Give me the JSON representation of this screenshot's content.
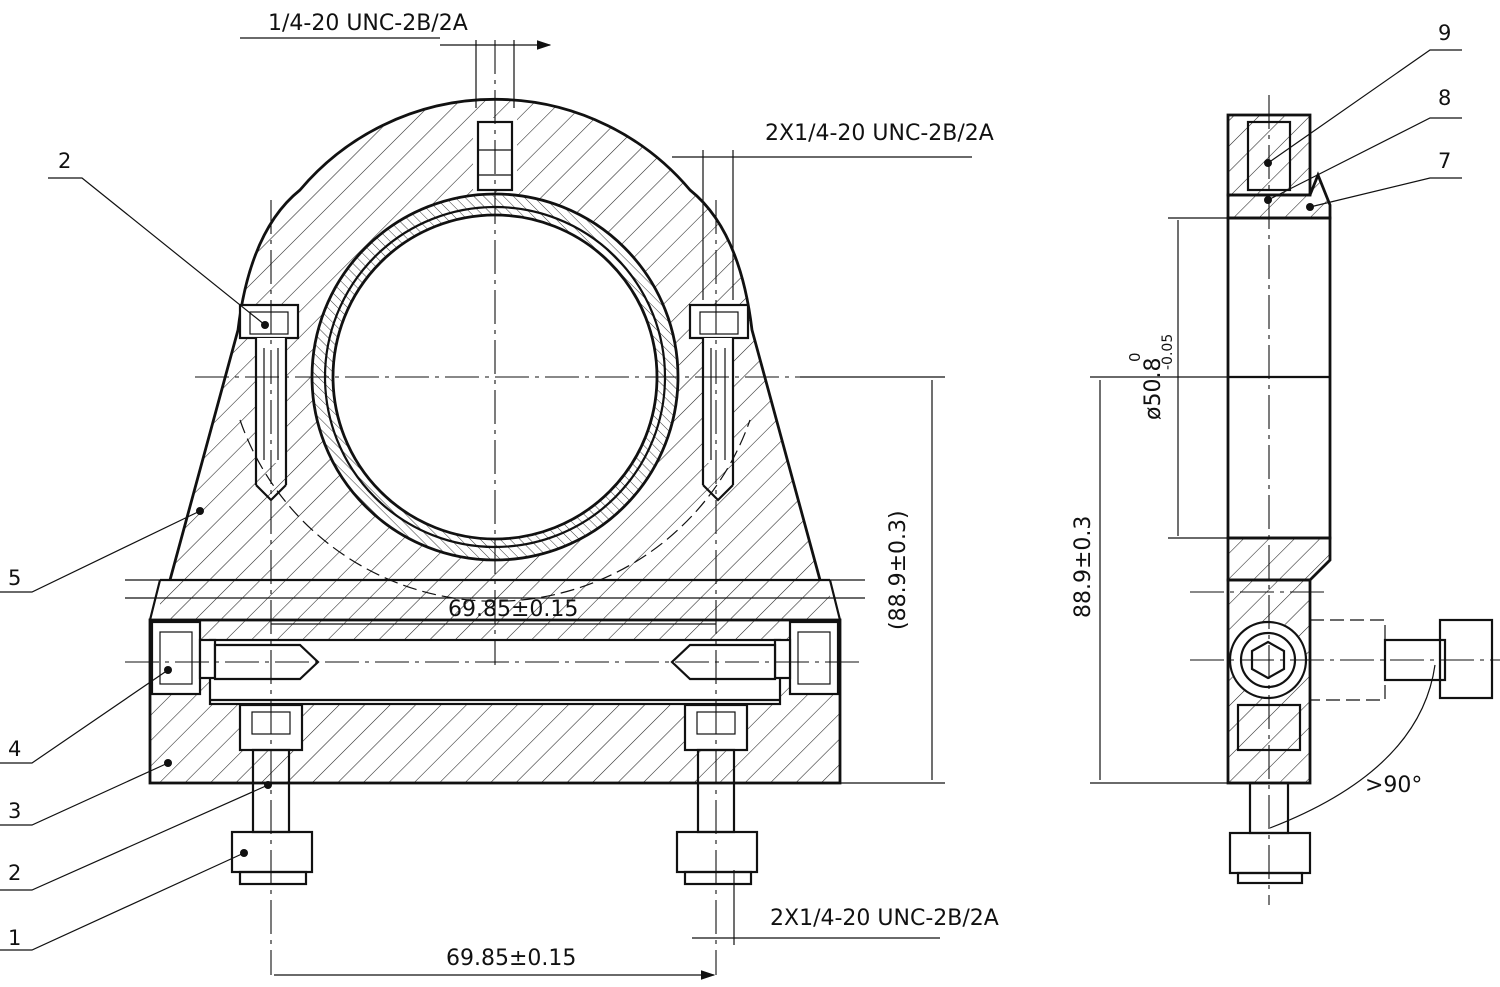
{
  "dimensions": {
    "top_thread": "1/4-20 UNC-2B/2A",
    "upper_thread": "2X1/4-20 UNC-2B/2A",
    "lower_thread": "2X1/4-20 UNC-2B/2A",
    "inner_spacing": "69.85±0.15",
    "bottom_spacing": "69.85±0.15",
    "ref_height": "(88.9±0.3)",
    "side_height": "88.9±0.3",
    "diameter": "ø50.8",
    "diameter_upper_tol": "0",
    "diameter_lower_tol": "-0.05",
    "angle": ">90°"
  },
  "part_labels": [
    "1",
    "2",
    "3",
    "4",
    "5",
    "2",
    "7",
    "8",
    "9"
  ]
}
